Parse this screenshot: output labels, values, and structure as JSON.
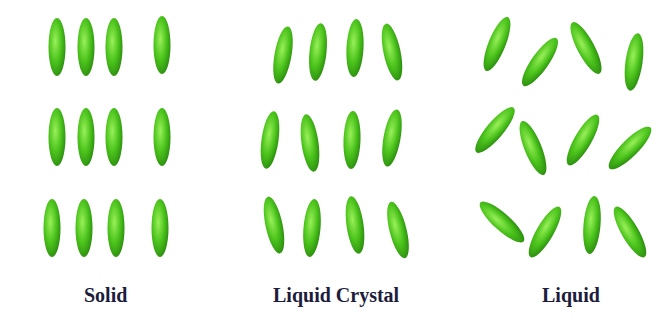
{
  "diagram": {
    "labels": [
      "Solid",
      "Liquid Crystal",
      "Liquid"
    ]
  }
}
